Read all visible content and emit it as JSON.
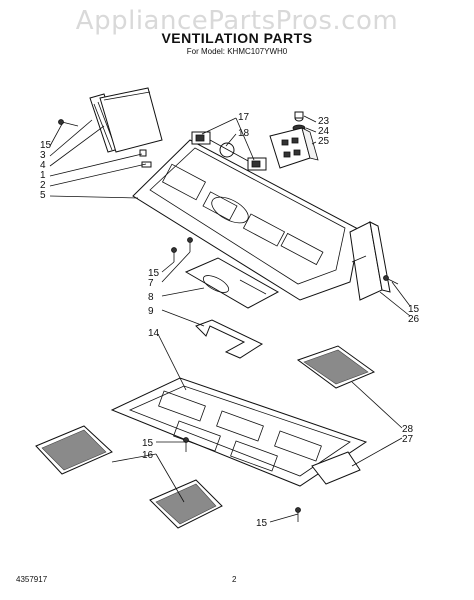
{
  "watermark": "AppliancePartsPros.com",
  "title": "VENTILATION PARTS",
  "subtitle": "For Model: KHMC107YWH0",
  "doc_number": "4357917",
  "page_number": "2",
  "callouts": [
    "15",
    "3",
    "4",
    "1",
    "2",
    "5",
    "17",
    "18",
    "23",
    "24",
    "25",
    "15",
    "7",
    "8",
    "9",
    "14",
    "15",
    "26",
    "28",
    "27",
    "15",
    "16",
    "15"
  ]
}
